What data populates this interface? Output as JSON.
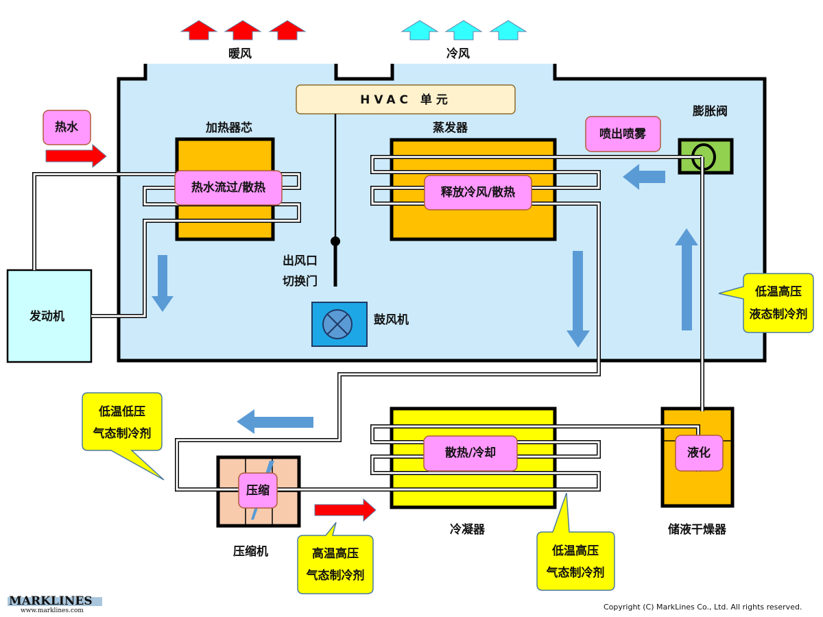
{
  "title": "HVAC 单元",
  "airflow": {
    "warm_label": "暖风",
    "cool_label": "冷风",
    "warm_color": "#ff0000",
    "cool_color": "#33ffff"
  },
  "components": {
    "heater_core": "加热器芯",
    "evaporator": "蒸发器",
    "expansion_valve": "膨胀阀",
    "outlet_door_line1": "出风口",
    "outlet_door_line2": "切换门",
    "blower": "鼓风机",
    "engine": "发动机",
    "compressor": "压缩机",
    "condenser": "冷凝器",
    "receiver_drier": "储液干燥器"
  },
  "process_tags": {
    "hot_water": "热水",
    "hot_water_flow": "热水流过/散热",
    "release_cold": "释放冷风/散热",
    "spray": "喷出喷雾",
    "compress": "压缩",
    "cool_down": "散热/冷却",
    "liquefy": "液化"
  },
  "callouts": {
    "low_temp_high_pressure_liquid": [
      "低温高压",
      "液态制冷剂"
    ],
    "low_temp_low_pressure_gas": [
      "低温低压",
      "气态制冷剂"
    ],
    "high_temp_high_pressure_gas": [
      "高温高压",
      "气态制冷剂"
    ],
    "low_temp_high_pressure_gas": [
      "低温高压",
      "气态制冷剂"
    ]
  },
  "colors": {
    "hvac_bg": "#cdeafb",
    "core_orange": "#ffc000",
    "condenser_yellow": "#ffff00",
    "tag_pink": "#ff99ff",
    "callout_yellow": "#ffff00",
    "flow_arrow_blue": "#5b9bd5",
    "hot_arrow_red": "#ff0000",
    "valve_green": "#92d050",
    "engine_cyan": "#ccffff",
    "blower_blue": "#1ea7e6",
    "compressor_peach": "#f8cbad"
  },
  "footer": {
    "logo": "MARKLINES",
    "url": "www.marklines.com",
    "copyright": "Copyright (C) MarkLines Co., Ltd. All rights reserved."
  }
}
